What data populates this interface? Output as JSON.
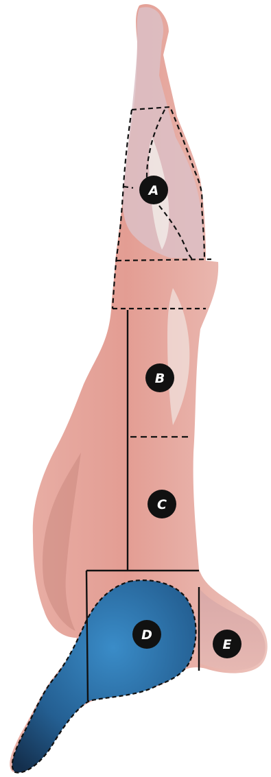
{
  "colors": {
    "meat": "#e3a196",
    "meat_dark": "#c9877c",
    "fat": "#f1e6e4",
    "silverskin": "#d9bfc4",
    "highlight_blue": "#2c78b3",
    "highlight_blue_dark": "#1a4f80",
    "marker": "#111111",
    "marker_text": "#ffffff",
    "line": "#111111"
  },
  "markers": [
    {
      "id": "A",
      "label": "A"
    },
    {
      "id": "B",
      "label": "B"
    },
    {
      "id": "C",
      "label": "C"
    },
    {
      "id": "D",
      "label": "D"
    },
    {
      "id": "E",
      "label": "E"
    }
  ]
}
